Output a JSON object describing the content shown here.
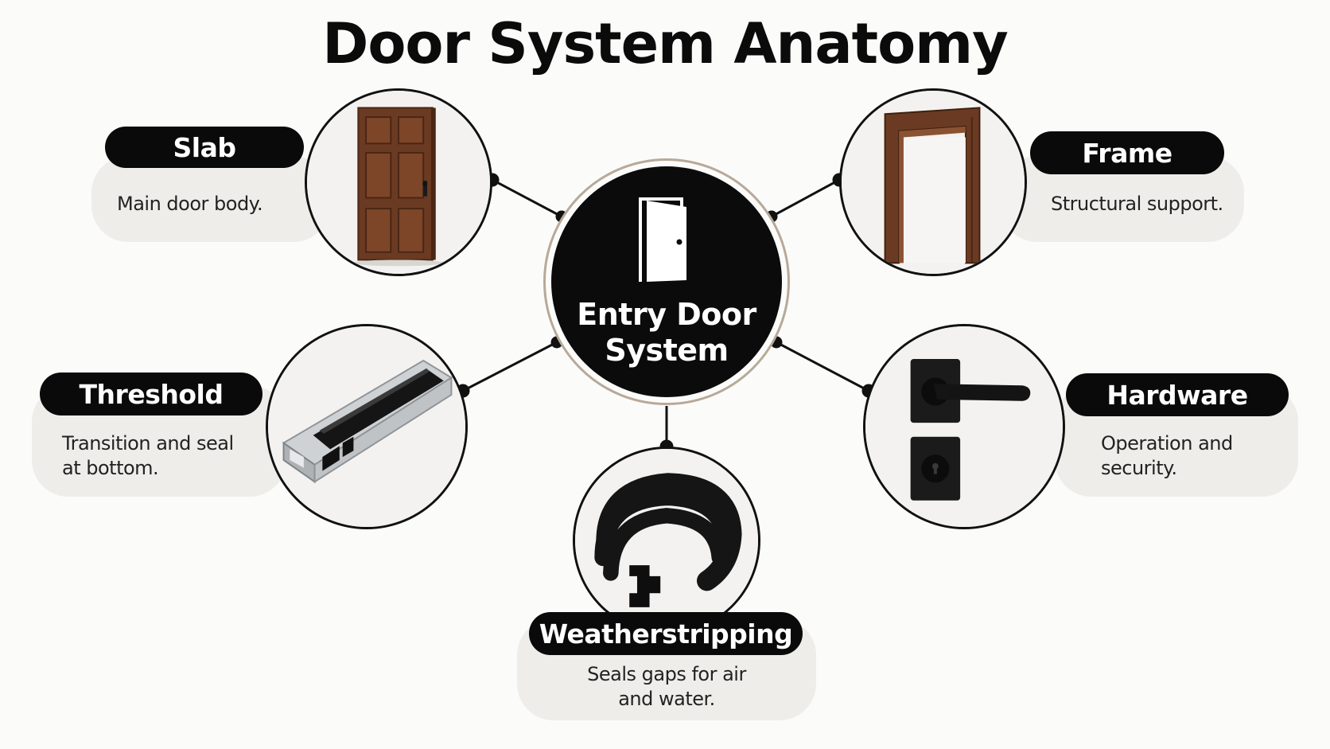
{
  "title": "Door System Anatomy",
  "hub": {
    "line1": "Entry Door",
    "line2": "System",
    "icon": "open-door-icon"
  },
  "components": {
    "slab": {
      "label": "Slab",
      "desc1": "Main door body.",
      "desc2": "",
      "image": "wooden-door-slab"
    },
    "frame": {
      "label": "Frame",
      "desc1": "Structural support.",
      "desc2": "",
      "image": "wooden-door-frame"
    },
    "threshold": {
      "label": "Threshold",
      "desc1": "Transition and seal",
      "desc2": "at bottom.",
      "image": "aluminum-threshold"
    },
    "hardware": {
      "label": "Hardware",
      "desc1": "Operation and",
      "desc2": "security.",
      "image": "lever-handle-and-deadbolt"
    },
    "weatherstripping": {
      "label": "Weatherstripping",
      "desc1": "Seals gaps for air",
      "desc2": "and water.",
      "image": "rubber-seal-coil"
    }
  },
  "colors": {
    "background": "#fbfbfa",
    "pill": "#0a0a0a",
    "card": "#efede9",
    "wood": "#6b3a22",
    "hub_ring": "#b7a998"
  }
}
